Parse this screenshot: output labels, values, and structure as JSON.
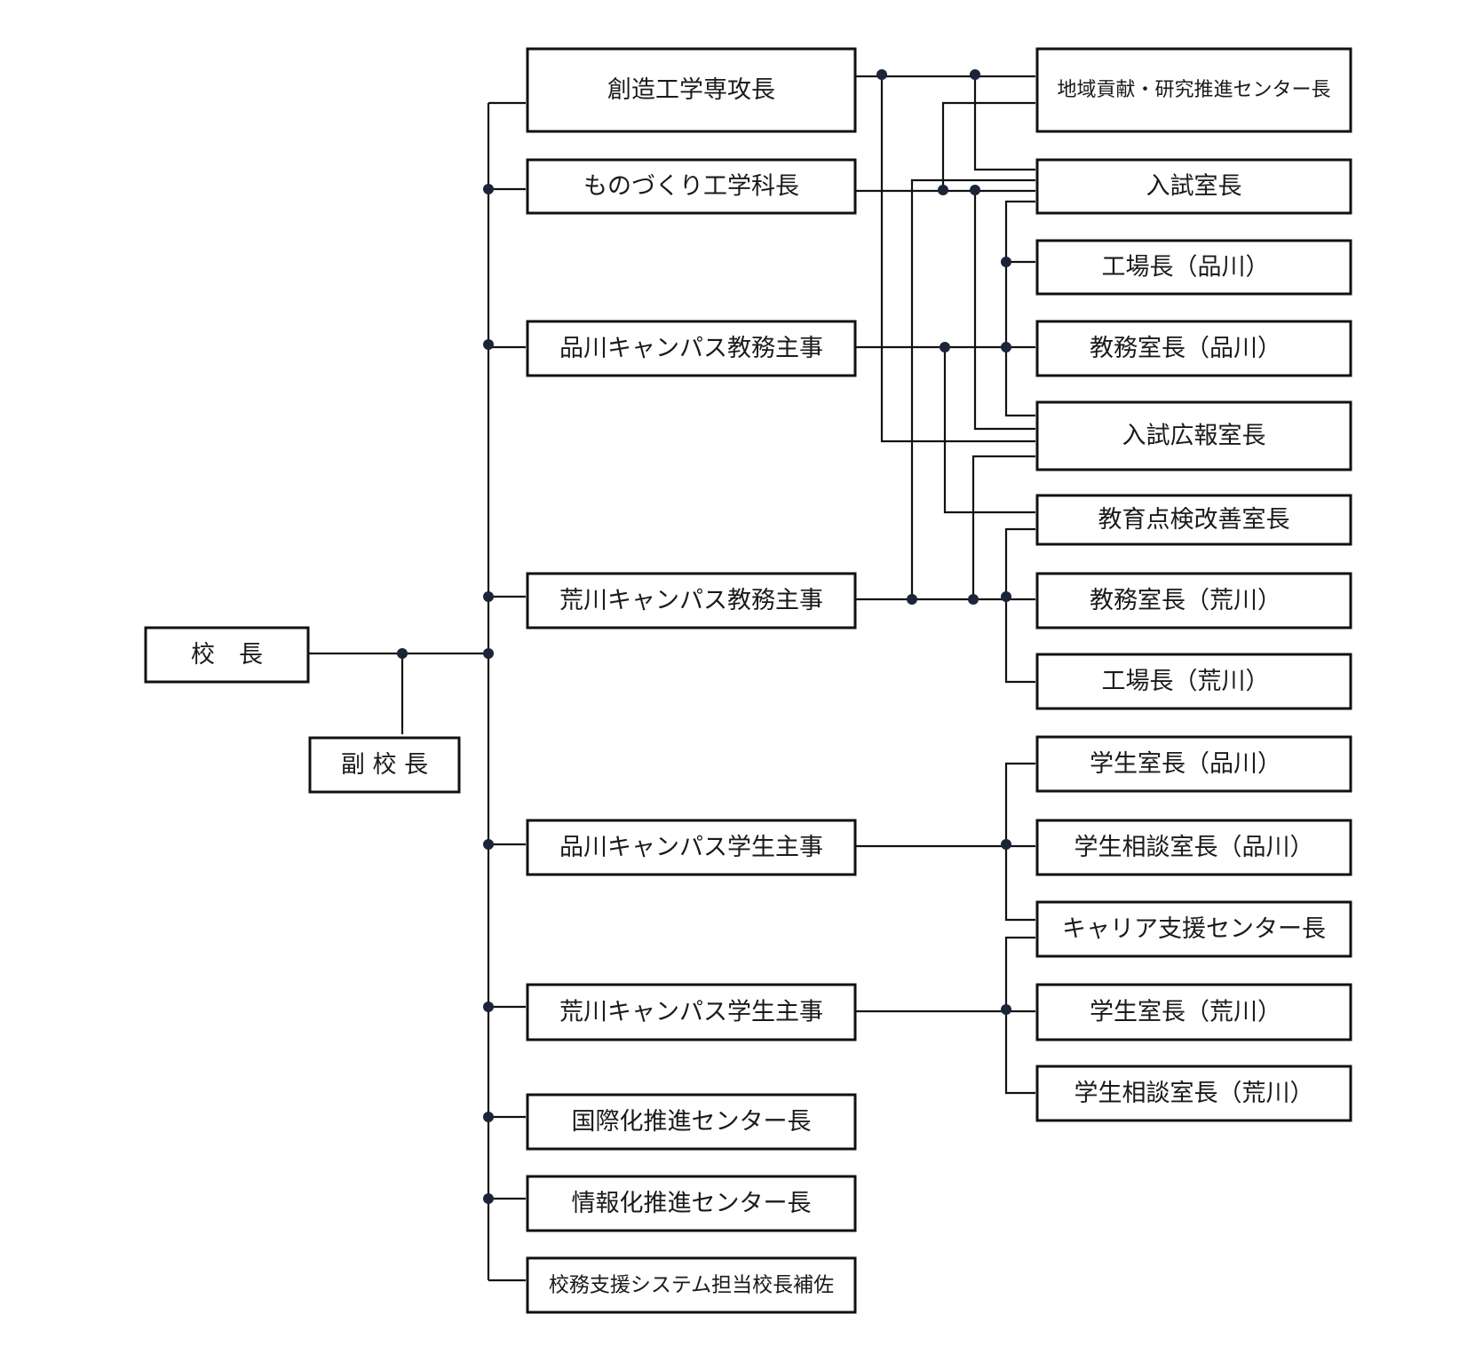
{
  "nodes": {
    "principal": "校　長",
    "vice_principal": "副 校 長",
    "sozo_chief": "創造工学専攻長",
    "monozukuri_chief": "ものづくり工学科長",
    "shinagawa_academic": "品川キャンパス教務主事",
    "arakawa_academic": "荒川キャンパス教務主事",
    "shinagawa_student": "品川キャンパス学生主事",
    "arakawa_student": "荒川キャンパス学生主事",
    "intl_center": "国際化推進センター長",
    "info_center": "情報化推進センター長",
    "system_assistant": "校務支援システム担当校長補佐",
    "regional_center": "地域貢献・研究推進センター長",
    "admission_office": "入試室長",
    "factory_shinagawa": "工場長（品川）",
    "academic_office_shinagawa": "教務室長（品川）",
    "admission_pr_office": "入試広報室長",
    "education_review_office": "教育点検改善室長",
    "academic_office_arakawa": "教務室長（荒川）",
    "factory_arakawa": "工場長（荒川）",
    "student_office_shinagawa": "学生室長（品川）",
    "counseling_shinagawa": "学生相談室長（品川）",
    "career_center": "キャリア支援センター長",
    "student_office_arakawa": "学生室長（荒川）",
    "counseling_arakawa": "学生相談室長（荒川）"
  },
  "colors": {
    "line": "#111111",
    "dot": "#1c2438",
    "text": "#1a1a1a"
  }
}
